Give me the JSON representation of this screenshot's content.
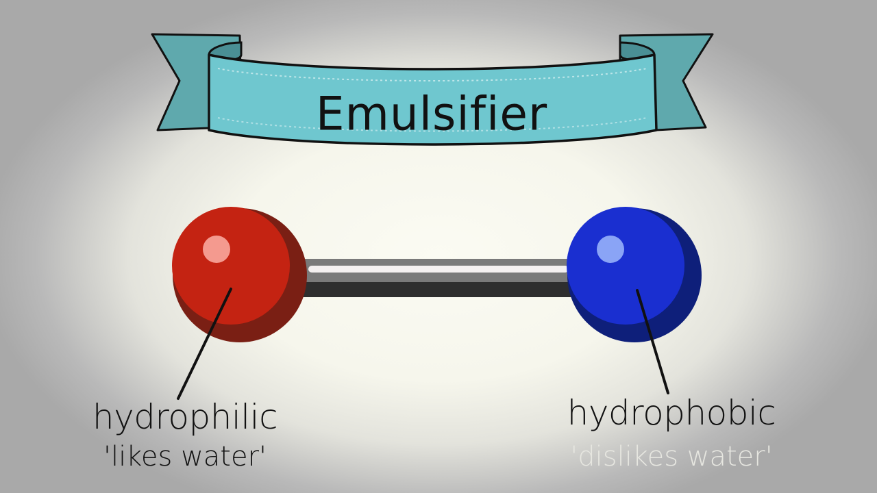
{
  "title": "Emulsifier",
  "colors": {
    "banner": "#6fc7cf",
    "hydrophilic_ball": "#c42312",
    "hydrophobic_ball": "#1a2fd0"
  },
  "left_end": {
    "label": "hydrophilic",
    "sublabel": "'likes water'"
  },
  "right_end": {
    "label": "hydrophobic",
    "sublabel": "'dislikes water'"
  }
}
